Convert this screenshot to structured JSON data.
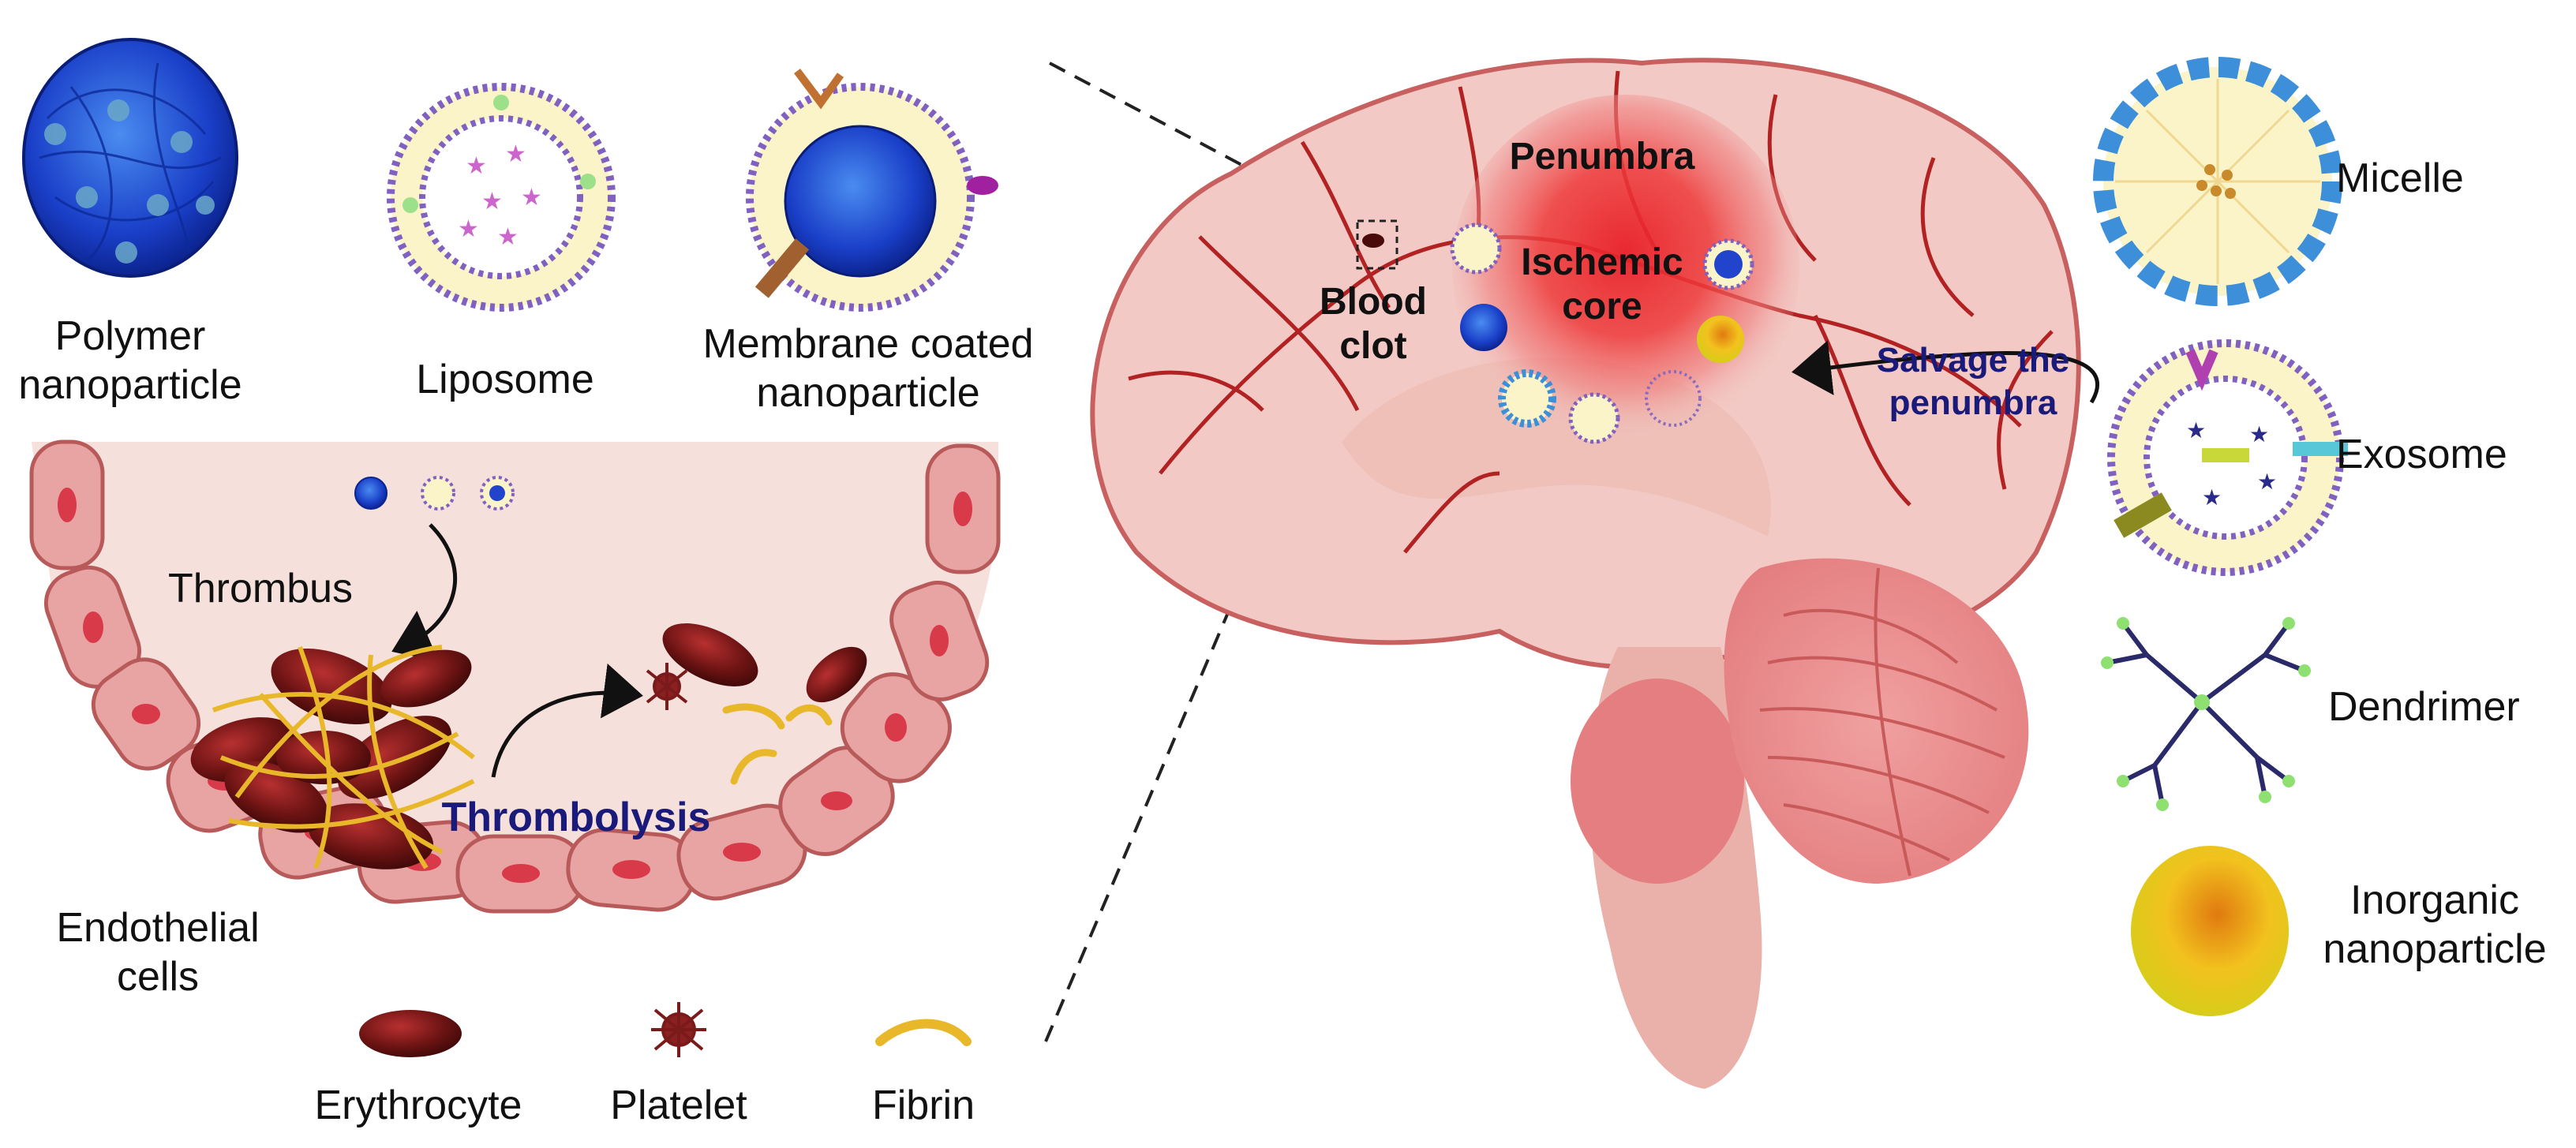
{
  "nanoparticles_top": {
    "polymer": "Polymer\nnanoparticle",
    "liposome": "Liposome",
    "membrane_coated": "Membrane coated\nnanoparticle"
  },
  "vessel": {
    "thrombus": "Thrombus",
    "thrombolysis": "Thrombolysis",
    "endothelial": "Endothelial\ncells"
  },
  "legend": {
    "erythrocyte": "Erythrocyte",
    "platelet": "Platelet",
    "fibrin": "Fibrin"
  },
  "brain": {
    "penumbra": "Penumbra",
    "ischemic_core": "Ischemic\ncore",
    "blood_clot": "Blood\nclot",
    "salvage": "Salvage the\npenumbra"
  },
  "nanoparticles_right": {
    "micelle": "Micelle",
    "exosome": "Exosome",
    "dendrimer": "Dendrimer",
    "inorganic": "Inorganic\nnanoparticle"
  },
  "colors": {
    "vessel_wall": "#e8a3a3",
    "lumen": "#f6e0dc",
    "brain_fill": "#f2c9c4",
    "vein": "#b32222",
    "core_red": "#e8262a",
    "thrombolysis_text": "#1a1a7a",
    "polymer_blue": "#2244cc",
    "micelle_blue": "#3c8fd8",
    "fibrin_yellow": "#e8b82a",
    "erythrocyte": "#6a1212"
  }
}
